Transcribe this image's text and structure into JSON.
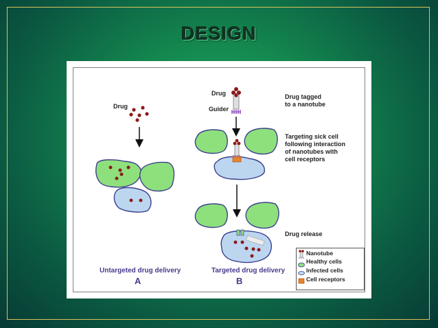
{
  "slide": {
    "title": "DESIGN"
  },
  "figure": {
    "left_panel": {
      "drug_label": "Drug",
      "caption": "Untargeted drug delivery",
      "letter": "A"
    },
    "right_panel": {
      "drug_label": "Drug",
      "guider_label": "Guider",
      "step1": [
        "Drug tagged",
        "to a nanotube"
      ],
      "step2": [
        "Targeting sick cell",
        "following interaction",
        "of nanotubes with",
        "cell receptors"
      ],
      "step3": [
        "Drug release"
      ],
      "caption": "Targeted drug delivery",
      "letter": "B"
    },
    "legend": {
      "items": [
        {
          "label": "Nanotube",
          "icon": "nanotube-icon"
        },
        {
          "label": "Healthy cells",
          "icon": "healthy-cell-icon"
        },
        {
          "label": "Infected cells",
          "icon": "infected-cell-icon"
        },
        {
          "label": "Cell receptors",
          "icon": "cell-receptor-icon"
        }
      ]
    },
    "colors": {
      "healthy_cell": "#8ee07c",
      "infected_cell": "#bcd6f0",
      "cell_outline": "#3d3f8c",
      "drug": "#8b1a1a",
      "receptor": "#e8842c",
      "guider": "#9b5fc9",
      "caption": "#4a3a8c"
    }
  }
}
